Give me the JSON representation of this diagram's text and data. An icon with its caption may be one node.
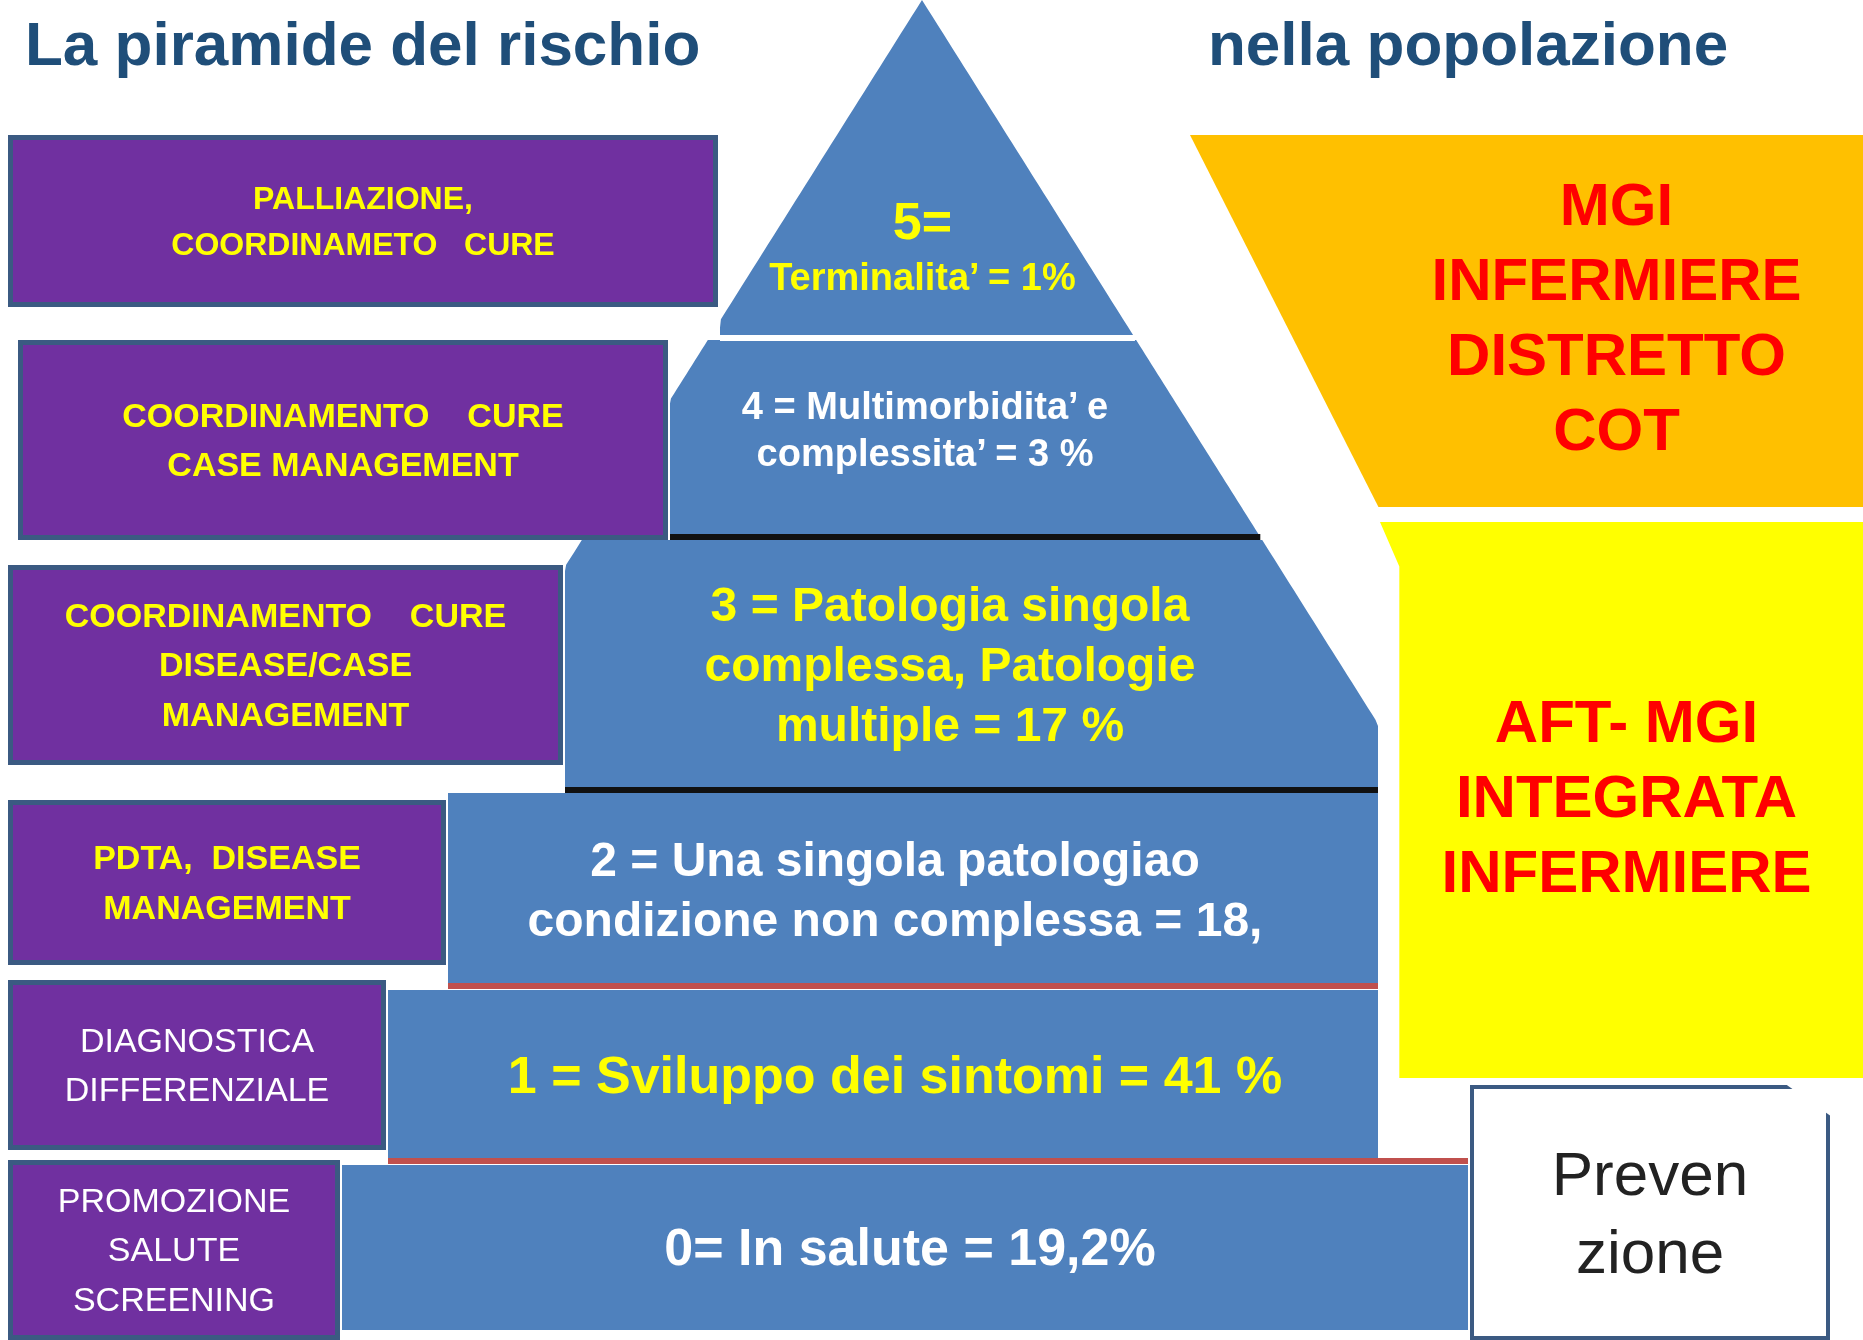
{
  "diagram": {
    "nodes": [
      {
        "text": [
          "5=",
          "Terminalita’  =  1%"
        ]
      },
      {
        "text": [
          "4 = Multimorbidita’ e complessita’  = 3 %"
        ]
      },
      {
        "text": [
          "3 = Patologia singola complessa, Patologie multiple  = 17 %"
        ]
      },
      {
        "text": [
          "2 = Una singola patologiao condizione  non complessa =  18,"
        ]
      },
      {
        "text": [
          "1 = Sviluppo dei sintomi =  41 %"
        ]
      },
      {
        "text": [
          "0= In  salute =  19,2%"
        ]
      },
      {
        "text": [
          "PALLIAZIONE, COORDINAMETO   CURE"
        ]
      },
      {
        "text": [
          "COORDINAMENTO    CURE CASE MANAGEMENT"
        ]
      },
      {
        "text": [
          "COORDINAMENTO    CURE DISEASE/CASE MANAGEMENT"
        ]
      },
      {
        "text": [
          "PDTA,  DISEASE MANAGEMENT"
        ]
      },
      {
        "text": [
          "DIAGNOSTICA DIFFERENZIALE"
        ]
      },
      {
        "text": [
          "PROMOZIONE SALUTE SCREENING"
        ]
      },
      {
        "text": [
          "MGI",
          "INFERMIERE",
          "DISTRETTO",
          "COT"
        ]
      },
      {
        "text": [
          "AFT- MGI",
          "INTEGRATA",
          "INFERMIERE"
        ]
      },
      {
        "text": [
          "Preven zione"
        ]
      }
    ],
    "edges": [],
    "labels": [
      "La piramide del rischio",
      "nella popolazione"
    ]
  }
}
